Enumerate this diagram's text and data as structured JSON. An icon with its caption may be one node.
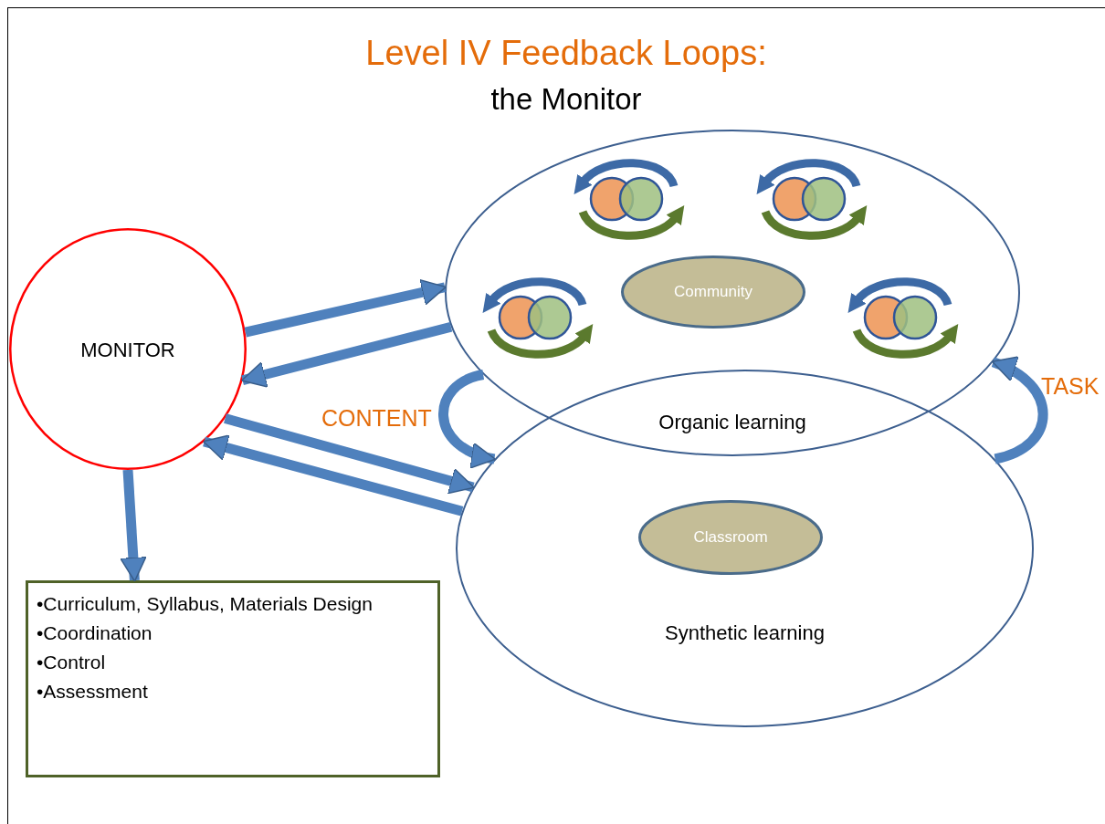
{
  "diagram": {
    "title": "Level IV Feedback Loops:",
    "nodes": [
      {
        "text": [
          "MONITOR"
        ]
      },
      {
        "text": [
          "Organic learning"
        ]
      },
      {
        "text": [
          "Community"
        ],
        "in": 1
      },
      {
        "text": [
          "Synthetic learning"
        ]
      },
      {
        "text": [
          "Classroom"
        ],
        "in": 3
      },
      {
        "text": [
          "•Curriculum, Syllabus, Materials Design",
          "•Coordination",
          "•Control",
          "•Assessment"
        ]
      }
    ],
    "edges": [
      {
        "from": 0,
        "to": 1,
        "arrow": "to"
      },
      {
        "from": 1,
        "to": 0,
        "arrow": "to"
      },
      {
        "from": 0,
        "to": 3,
        "arrow": "to"
      },
      {
        "from": 3,
        "to": 0,
        "arrow": "to"
      },
      {
        "from": 0,
        "to": 5,
        "arrow": "to"
      },
      {
        "from": 1,
        "to": 3,
        "arrow": "to",
        "label": "CONTENT"
      },
      {
        "from": 3,
        "to": 1,
        "arrow": "to",
        "label": "TASK"
      }
    ],
    "labels": [
      "the Monitor"
    ]
  }
}
